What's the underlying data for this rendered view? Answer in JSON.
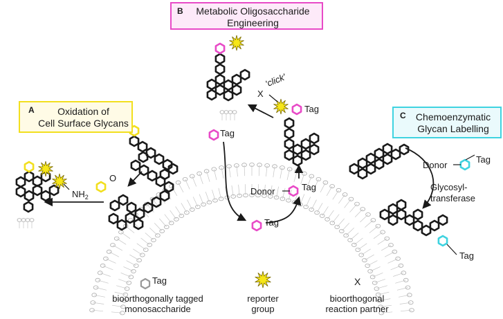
{
  "panels": {
    "a": {
      "letter": "A",
      "title_line1": "Oxidation of",
      "title_line2": "Cell Surface Glycans",
      "border_color": "#f2df1e"
    },
    "b": {
      "letter": "B",
      "title_line1": "Metabolic Oligosaccharide",
      "title_line2": "Engineering",
      "border_color": "#e84ac7"
    },
    "c": {
      "letter": "C",
      "title_line1": "Chemoenzymatic",
      "title_line2": "Glycan Labelling",
      "border_color": "#3fd3e0"
    }
  },
  "labels": {
    "tag": "Tag",
    "donor": "Donor",
    "click": "'click'",
    "x": "X",
    "nh2": "NH",
    "nh2_sub": "2",
    "aldehyde": "O",
    "glycosyl_line1": "Glycosyl-",
    "glycosyl_line2": "transferase"
  },
  "legend": {
    "tagged_sugar_line1": "bioorthogonally tagged",
    "tagged_sugar_line2": "monosaccharide",
    "reporter_line1": "reporter",
    "reporter_line2": "group",
    "partner_line1": "bioorthogonal",
    "partner_line2": "reaction partner"
  },
  "colors": {
    "magenta_tag": "#e84ac7",
    "cyan_tag": "#3fd3e0",
    "yellow_aldehyde": "#f2df1e",
    "reporter_star": "#f6e619",
    "legend_tag": "#999999",
    "sugar_ring": "#1a1a1a"
  },
  "icons": [
    "hexagon-sugar-icon",
    "reporter-star-icon",
    "membrane-lipid-icon",
    "arrow-icon"
  ]
}
